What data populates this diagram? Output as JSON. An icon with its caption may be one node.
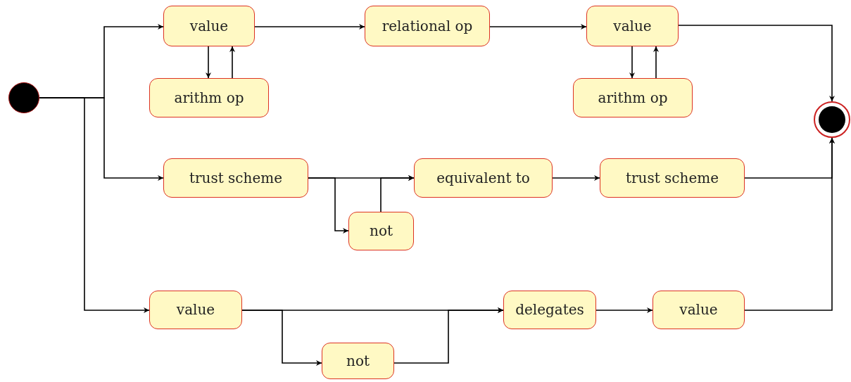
{
  "diagram": {
    "nodes": [
      {
        "text": [],
        "shape": "circle"
      },
      {
        "text": [
          "value"
        ]
      },
      {
        "text": [
          "relational op"
        ]
      },
      {
        "text": [
          "value"
        ]
      },
      {
        "text": [
          "arithm op"
        ]
      },
      {
        "text": [
          "arithm op"
        ]
      },
      {
        "text": [],
        "shape": "circle"
      },
      {
        "text": [
          "trust scheme"
        ]
      },
      {
        "text": [
          "equivalent to"
        ]
      },
      {
        "text": [
          "trust scheme"
        ]
      },
      {
        "text": [
          "not"
        ]
      },
      {
        "text": [
          "value"
        ]
      },
      {
        "text": [
          "delegates"
        ]
      },
      {
        "text": [
          "value"
        ]
      },
      {
        "text": [
          "not"
        ]
      }
    ],
    "edges": [
      {
        "from": 0,
        "to": 1,
        "arrow": "to"
      },
      {
        "from": 0,
        "to": 7,
        "arrow": "to"
      },
      {
        "from": 0,
        "to": 11,
        "arrow": "to"
      },
      {
        "from": 1,
        "to": 4,
        "arrow": "to"
      },
      {
        "from": 4,
        "to": 1,
        "arrow": "to"
      },
      {
        "from": 1,
        "to": 2,
        "arrow": "to"
      },
      {
        "from": 2,
        "to": 3,
        "arrow": "to"
      },
      {
        "from": 3,
        "to": 5,
        "arrow": "to"
      },
      {
        "from": 5,
        "to": 3,
        "arrow": "to"
      },
      {
        "from": 3,
        "to": 6,
        "arrow": "to"
      },
      {
        "from": 7,
        "to": 8,
        "arrow": "to"
      },
      {
        "from": 7,
        "to": 10,
        "arrow": "to"
      },
      {
        "from": 10,
        "to": 8,
        "arrow": "to"
      },
      {
        "from": 8,
        "to": 9,
        "arrow": "to"
      },
      {
        "from": 9,
        "to": 6,
        "arrow": "to"
      },
      {
        "from": 11,
        "to": 12,
        "arrow": "to"
      },
      {
        "from": 11,
        "to": 14,
        "arrow": "to"
      },
      {
        "from": 14,
        "to": 12,
        "arrow": "to"
      },
      {
        "from": 12,
        "to": 13,
        "arrow": "to"
      },
      {
        "from": 13,
        "to": 6,
        "arrow": "to"
      }
    ]
  }
}
